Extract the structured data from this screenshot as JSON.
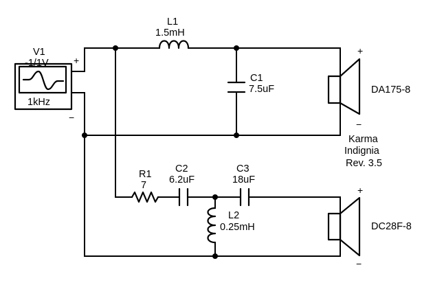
{
  "source": {
    "name": "V1",
    "amplitude": "-1/1V",
    "frequency": "1kHz",
    "plus": "+",
    "minus": "−"
  },
  "inductor_l1": {
    "name": "L1",
    "value": "1.5mH"
  },
  "capacitor_c1": {
    "name": "C1",
    "value": "7.5uF"
  },
  "resistor_r1": {
    "name": "R1",
    "value": "7"
  },
  "capacitor_c2": {
    "name": "C2",
    "value": "6.2uF"
  },
  "capacitor_c3": {
    "name": "C3",
    "value": "18uF"
  },
  "inductor_l2": {
    "name": "L2",
    "value": "0.25mH"
  },
  "woofer": {
    "model": "DA175-8",
    "plus": "+",
    "minus": "−"
  },
  "tweeter": {
    "model": "DC28F-8",
    "plus": "+",
    "minus": "−"
  },
  "design_note": {
    "line1": "Karma",
    "line2": "Indignia",
    "line3": "Rev. 3.5"
  }
}
